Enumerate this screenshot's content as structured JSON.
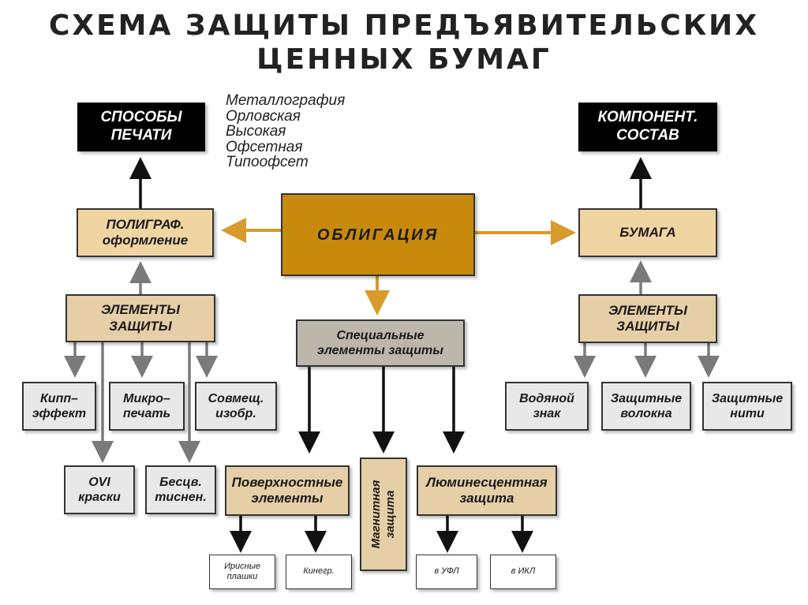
{
  "title": {
    "line1": "СХЕМА ЗАЩИТЫ ПРЕДЪЯВИТЕЛЬСКИХ",
    "line2": "ЦЕННЫХ БУМАГ"
  },
  "center": {
    "label": "ОБЛИГАЦИЯ"
  },
  "left": {
    "printing_methods": {
      "line1": "СПОСОБЫ",
      "line2": "ПЕЧАТИ"
    },
    "printing_list": [
      "Металлография",
      "Орловская",
      "Высокая",
      "Офсетная",
      "Типоофсет"
    ],
    "polygraph": {
      "line1": "ПОЛИГРАФ.",
      "line2": "оформление"
    },
    "elements": {
      "line1": "ЭЛЕМЕНТЫ",
      "line2": "ЗАЩИТЫ"
    },
    "kipp": {
      "line1": "Кипп–",
      "line2": "эффект"
    },
    "micro": {
      "line1": "Микро–",
      "line2": "печать"
    },
    "combined": {
      "line1": "Совмещ.",
      "line2": "изобр."
    },
    "ovi": {
      "line1": "OVI",
      "line2": "краски"
    },
    "embossing": {
      "line1": "Бесцв.",
      "line2": "тиснен."
    }
  },
  "right": {
    "composition": {
      "line1": "КОМПОНЕНТ.",
      "line2": "СОСТАВ"
    },
    "paper": {
      "label": "БУМАГА"
    },
    "elements": {
      "line1": "ЭЛЕМЕНТЫ",
      "line2": "ЗАЩИТЫ"
    },
    "watermark": {
      "line1": "Водяной",
      "line2": "знак"
    },
    "fibers": {
      "line1": "Защитные",
      "line2": "волокна"
    },
    "threads": {
      "line1": "Защитные",
      "line2": "нити"
    }
  },
  "middle": {
    "special": {
      "line1": "Специальные",
      "line2": "элементы защиты"
    },
    "surface": {
      "line1": "Поверхностные",
      "line2": "элементы"
    },
    "magnetic": {
      "line1": "Магнитная",
      "line2": "защита"
    },
    "luminescent": {
      "line1": "Люминесцентная",
      "line2": "защита"
    },
    "iris": {
      "line1": "Ирисные",
      "line2": "плашки"
    },
    "kinegram": {
      "label": "Кинегр."
    },
    "uv": {
      "label": "в УФЛ"
    },
    "ir": {
      "label": "в ИКЛ"
    }
  },
  "colors": {
    "center_fill": "#c88a0c",
    "tan_fill": "#f0d4a2",
    "gray_fill": "#bcb6ab",
    "light_fill": "#e8e8e8",
    "orange_arrow": "#d89a2a",
    "gray_arrow": "#7a7a7a"
  }
}
